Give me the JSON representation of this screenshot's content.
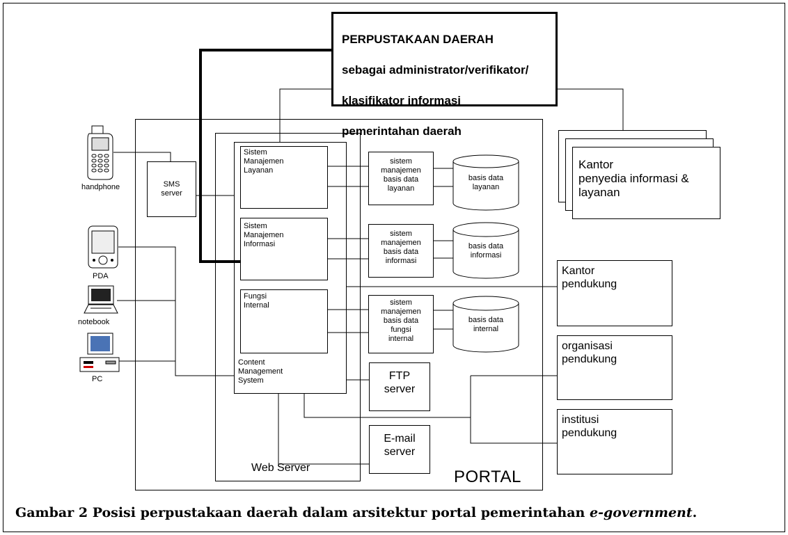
{
  "header": {
    "lines": [
      "PERPUSTAKAAN DAERAH",
      "sebagai administrator/verifikator/",
      "klasifikator informasi",
      "pemerintahan daerah"
    ]
  },
  "devices": {
    "handphone": "handphone",
    "pda": "PDA",
    "notebook": "notebook",
    "pc": "PC"
  },
  "sms_server": "SMS\nserver",
  "web_server": {
    "label": "Web Server",
    "modules": {
      "layanan": "Sistem\nManajemen\nLayanan",
      "informasi": "Sistem\nManajemen\nInformasi",
      "internal": "Fungsi\nInternal"
    },
    "cms": "Content\nManagement\nSystem"
  },
  "dbms": {
    "layanan": "sistem\nmanajemen\nbasis data\nlayanan",
    "informasi": "sistem\nmanajemen\nbasis data\ninformasi",
    "internal": "sistem\nmanajemen\nbasis data\nfungsi\ninternal"
  },
  "databases": {
    "layanan": "basis data\nlayanan",
    "informasi": "basis data\ninformasi",
    "internal": "basis data\ninternal"
  },
  "servers": {
    "ftp": "FTP\nserver",
    "email": "E-mail\nserver"
  },
  "portal_label": "PORTAL",
  "external": {
    "kantor_penyedia": "Kantor\npenyedia informasi &\nlayanan",
    "kantor_pendukung": "Kantor\npendukung",
    "organisasi": "organisasi\npendukung",
    "institusi": "institusi\npendukung"
  },
  "caption": {
    "main": "Gambar 2 Posisi perpustakaan daerah dalam arsitektur portal pemerintahan ",
    "italic": "e-government",
    "end": "."
  }
}
